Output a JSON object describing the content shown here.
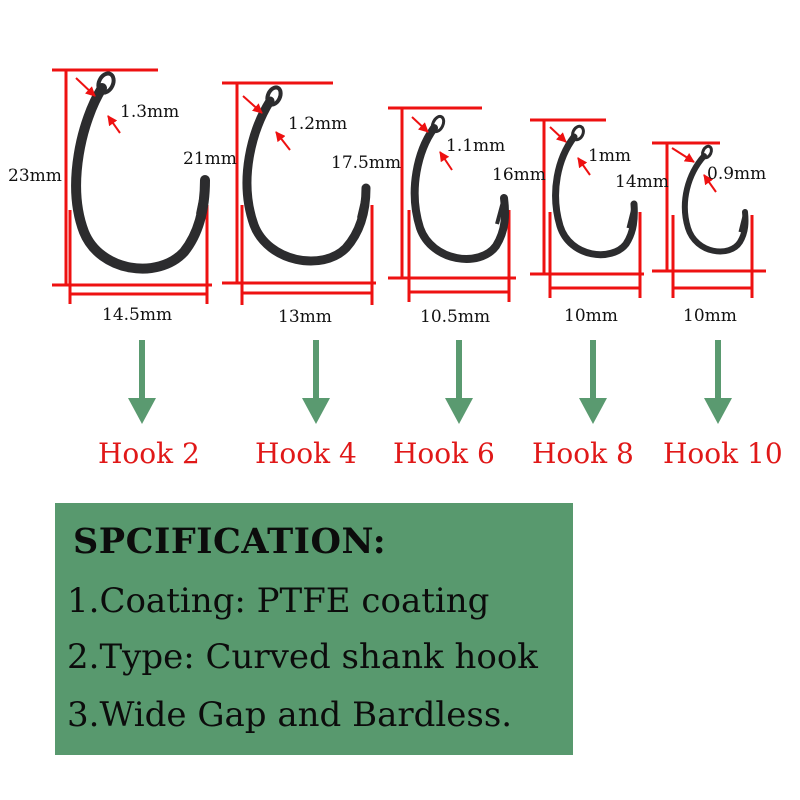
{
  "hooks": [
    {
      "name": "Hook 2",
      "length": "23mm",
      "width": "14.5mm",
      "wire": "1.3mm"
    },
    {
      "name": "Hook 4",
      "length": "21mm",
      "width": "13mm",
      "wire": "1.2mm"
    },
    {
      "name": "Hook 6",
      "length": "17.5mm",
      "width": "10.5mm",
      "wire": "1.1mm"
    },
    {
      "name": "Hook 8",
      "length": "16mm",
      "width": "10mm",
      "wire": "1mm"
    },
    {
      "name": "Hook 10",
      "length": "14mm",
      "width": "10mm",
      "wire": "0.9mm"
    }
  ],
  "spec": {
    "title": "SPCIFICATION:",
    "lines": [
      "1.Coating: PTFE coating",
      "2.Type: Curved shank hook",
      "3.Wide Gap and Bardless."
    ]
  },
  "colors": {
    "dimension_lines": "#ee1111",
    "arrows": "#5a9a70",
    "hook_metal": "#2c2c2e",
    "panel": "#58996e",
    "hook_label": "#e01818"
  },
  "icons": {
    "hook": "fishing-hook-icon",
    "down_arrow": "down-arrow-icon"
  }
}
